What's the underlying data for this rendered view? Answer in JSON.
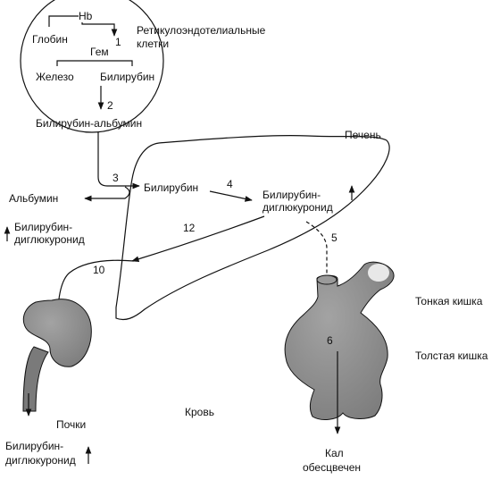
{
  "labels": {
    "hb": "Hb",
    "globin": "Глобин",
    "gem": "Гем",
    "zhelezo": "Железо",
    "bilirubin_top": "Билирубин",
    "re_cells_line1": "Ретикулоэндотелиальные",
    "re_cells_line2": "клетки",
    "bilirubin_albumin": "Билирубин-альбумин",
    "liver": "Печень",
    "albumin": "Альбумин",
    "bilirubin_liver": "Билирубин",
    "bdg_liver_line1": "Билирубин-",
    "bdg_liver_line2": "диглюкуронид",
    "bdg_blood_line1": "Билирубин-",
    "bdg_blood_line2": "диглюкуронид",
    "small_intestine": "Тонкая кишка",
    "large_intestine": "Толстая кишка",
    "kidneys": "Почки",
    "blood": "Кровь",
    "bdg_urine_line1": "Билирубин-",
    "bdg_urine_line2": "диглюкуронид",
    "feces_line1": "Кал",
    "feces_line2": "обесцвечен"
  },
  "steps": {
    "s1": "1",
    "s2": "2",
    "s3": "3",
    "s4": "4",
    "s5": "5",
    "s6": "6",
    "s10": "10",
    "s12": "12"
  },
  "colors": {
    "ink": "#111111",
    "organ_fill": "#8c8c8c",
    "organ_dark": "#6f6f6f",
    "highlight": "#e8e8e8"
  },
  "icons": {
    "increase": "up-arrow-icon"
  }
}
